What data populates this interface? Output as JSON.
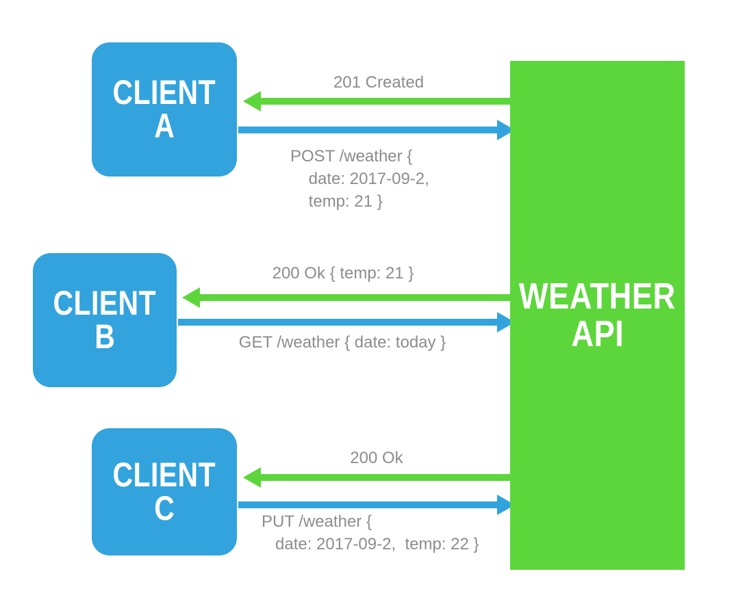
{
  "diagram": {
    "title": "Weather API client request/response sequence",
    "background_color": "#ffffff",
    "colors": {
      "client_blue": "#32a3dc",
      "api_green": "#5dd63b",
      "label_gray": "#8c8c8c",
      "node_text": "#ffffff"
    }
  },
  "nodes": {
    "client_a": {
      "line1": "CLIENT",
      "line2": "A"
    },
    "client_b": {
      "line1": "CLIENT",
      "line2": "B"
    },
    "client_c": {
      "line1": "CLIENT",
      "line2": "C"
    },
    "api": {
      "line1": "WEATHER",
      "line2": "API"
    }
  },
  "exchanges": [
    {
      "client": "CLIENT A",
      "response": {
        "label": "201 Created",
        "color": "#5dd63b",
        "direction": "api-to-client"
      },
      "request": {
        "label": "POST /weather {\n    date: 2017-09-2,\n    temp: 21 }",
        "color": "#32a3dc",
        "direction": "client-to-api"
      }
    },
    {
      "client": "CLIENT B",
      "response": {
        "label": "200 Ok { temp: 21 }",
        "color": "#5dd63b",
        "direction": "api-to-client"
      },
      "request": {
        "label": "GET /weather { date: today }",
        "color": "#32a3dc",
        "direction": "client-to-api"
      }
    },
    {
      "client": "CLIENT C",
      "response": {
        "label": "200 Ok",
        "color": "#5dd63b",
        "direction": "api-to-client"
      },
      "request": {
        "label": "PUT /weather {\n   date: 2017-09-2,  temp: 22 }",
        "color": "#32a3dc",
        "direction": "client-to-api"
      }
    }
  ]
}
